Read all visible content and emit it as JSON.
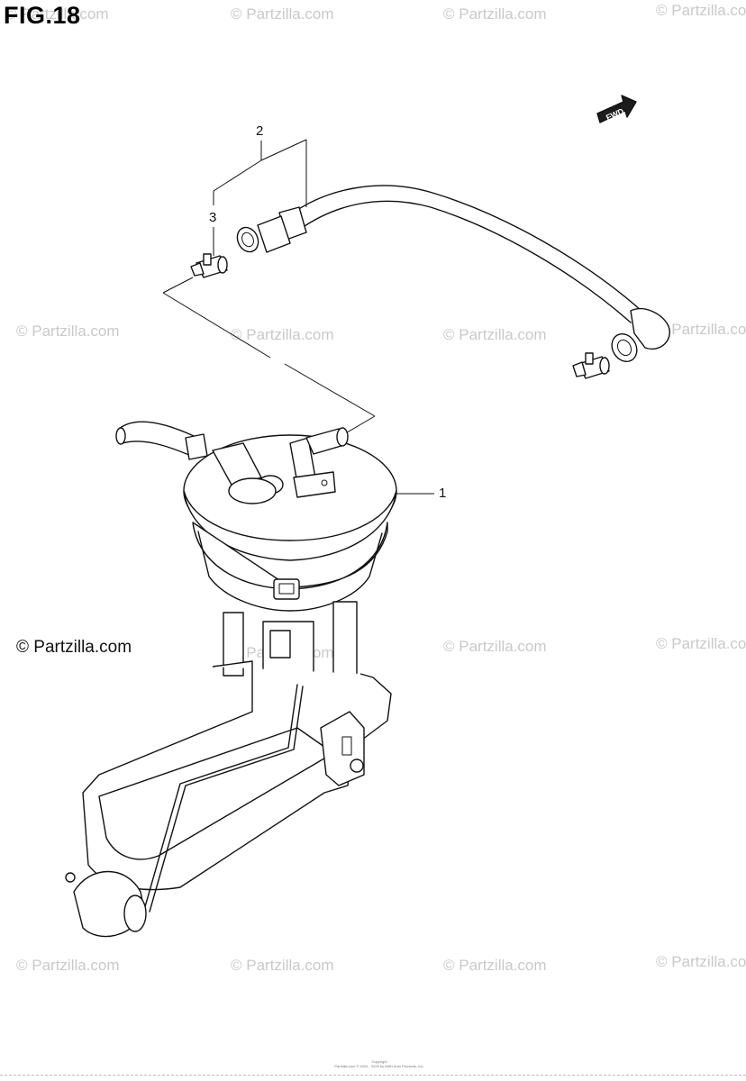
{
  "figure": {
    "title": "FIG.18",
    "fwd_label": "FWD"
  },
  "callouts": [
    "1",
    "2",
    "3"
  ],
  "watermark": {
    "text": "© Partzilla.com",
    "prominent_text": "© Partzilla.com",
    "color": "#c9c9c9"
  },
  "copyright_text": "Copyright\nPartzilla.com © 2024 - 2025 by AMH Auto Products, Inc."
}
